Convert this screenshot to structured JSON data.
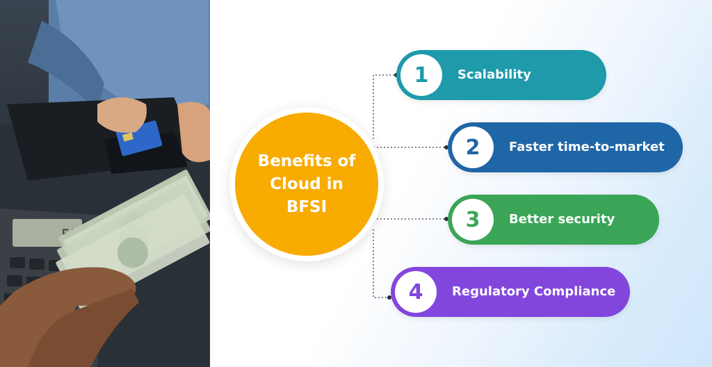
{
  "center": {
    "title_line1": "Benefits of",
    "title_line2": "Cloud in BFSI",
    "color": "#f8ab00"
  },
  "calculator": {
    "display": "555"
  },
  "benefits": [
    {
      "number": "1",
      "label": "Scalability",
      "color": "#1e9aaa"
    },
    {
      "number": "2",
      "label": "Faster time-to-market",
      "color": "#1f66a6"
    },
    {
      "number": "3",
      "label": "Better security",
      "color": "#3aa556"
    },
    {
      "number": "4",
      "label": "Regulatory Compliance",
      "color": "#8246dc"
    }
  ]
}
